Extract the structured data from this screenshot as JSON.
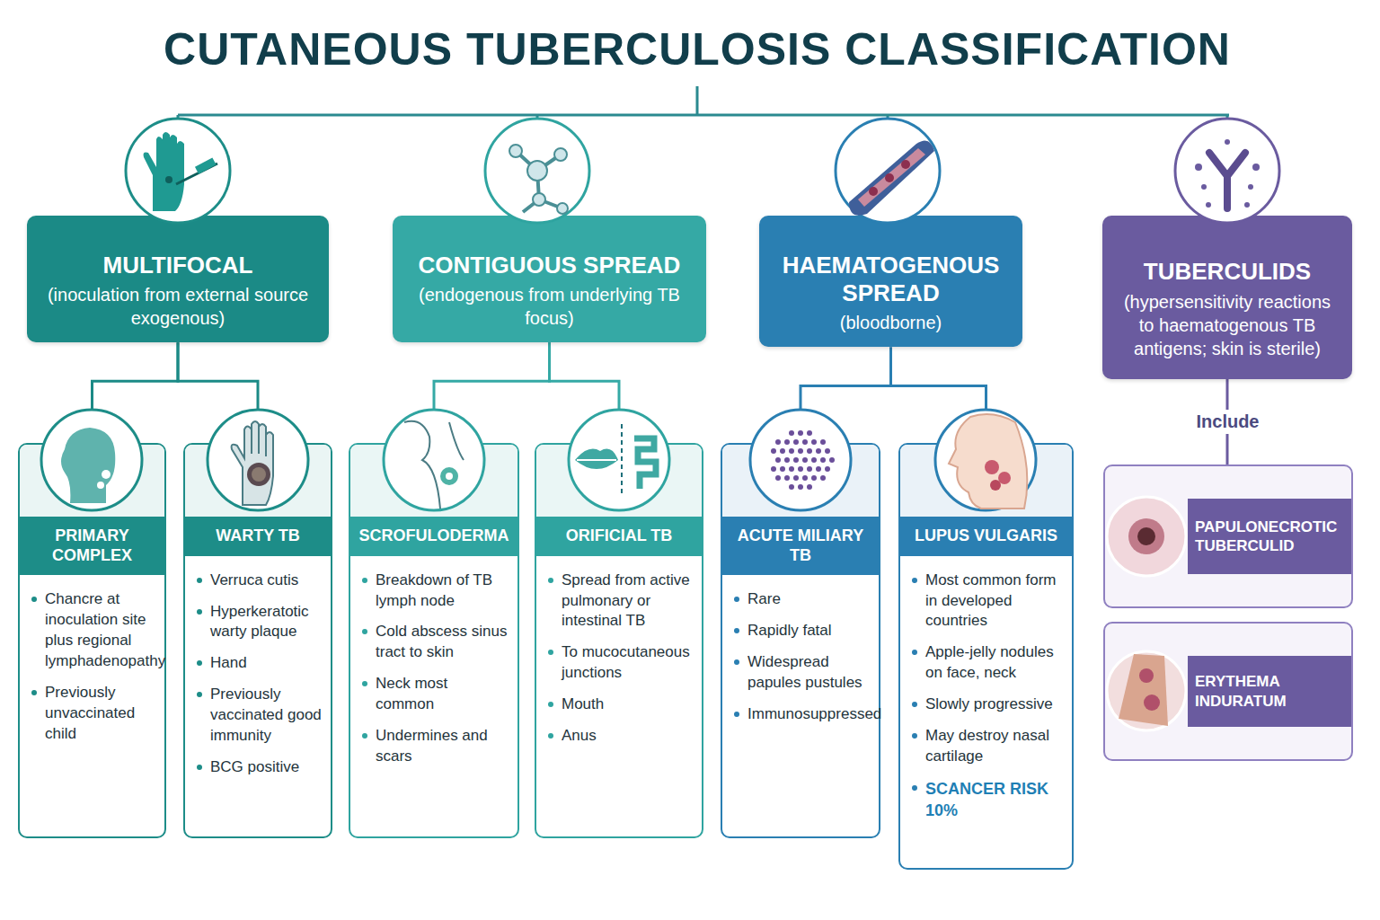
{
  "diagram": {
    "title": "CUTANEOUS TUBERCULOSIS CLASSIFICATION",
    "nodes": [
      {
        "text": [
          "MULTIFOCAL",
          "(inoculation from external source exogenous)"
        ]
      },
      {
        "text": [
          "CONTIGUOUS SPREAD",
          "(endogenous from underlying TB focus)"
        ]
      },
      {
        "text": [
          "HAEMATOGENOUS SPREAD",
          "(bloodborne)"
        ]
      },
      {
        "text": [
          "TUBERCULIDS",
          "(hypersensitivity reactions to haematogenous TB antigens; skin is sterile)"
        ]
      },
      {
        "text": [
          "PRIMARY COMPLEX",
          "Chancre at inoculation site plus regional lymphadenopathy",
          "Previously unvaccinated child"
        ]
      },
      {
        "text": [
          "WARTY TB",
          "Verruca cutis",
          "Hyperkeratotic warty plaque",
          "Hand",
          "Previously vaccinated good immunity",
          "BCG positive"
        ]
      },
      {
        "text": [
          "SCROFULODERMA",
          "Breakdown of TB lymph node",
          "Cold abscess sinus tract to skin",
          "Neck most common",
          "Undermines and scars"
        ]
      },
      {
        "text": [
          "ORIFICIAL TB",
          "Spread from active pulmonary or intestinal TB",
          "To mucocutaneous junctions",
          "Mouth",
          "Anus"
        ]
      },
      {
        "text": [
          "ACUTE MILIARY TB",
          "Rare",
          "Rapidly fatal",
          "Widespread papules pustules",
          "Immunosuppressed"
        ]
      },
      {
        "text": [
          "LUPUS VULGARIS",
          "Most common form in developed countries",
          "Apple-jelly nodules on face, neck",
          "Slowly progressive",
          "May destroy nasal cartilage",
          "SCANCER RISK 10%"
        ]
      },
      {
        "text": [
          "PAPULONECROTIC TUBERCULID"
        ]
      },
      {
        "text": [
          "ERYTHEMA INDURATUM"
        ]
      }
    ],
    "edges": [
      {
        "from": 0,
        "to": 4,
        "arrow": "none"
      },
      {
        "from": 0,
        "to": 5,
        "arrow": "none"
      },
      {
        "from": 1,
        "to": 6,
        "arrow": "none"
      },
      {
        "from": 1,
        "to": 7,
        "arrow": "none"
      },
      {
        "from": 2,
        "to": 8,
        "arrow": "none"
      },
      {
        "from": 2,
        "to": 9,
        "arrow": "none"
      },
      {
        "from": 3,
        "to": 10,
        "label": "Include",
        "arrow": "none"
      }
    ]
  }
}
